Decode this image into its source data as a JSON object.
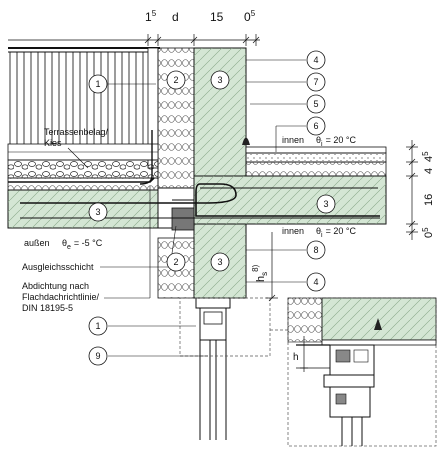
{
  "dimensions": {
    "d1": "1",
    "d1_exp": "5",
    "d2": "d",
    "d3": "15",
    "d4": "0",
    "d4_exp": "5",
    "v1": "4",
    "v1_exp": "5",
    "v2": "4",
    "v3": "16",
    "v4": "0",
    "v4_exp": "5",
    "hs": "h",
    "hs_sub": "s",
    "hs_sup": "8)",
    "h_detail": "h"
  },
  "labels": {
    "terrassenbelag_line1": "Terrassenbelag/",
    "terrassenbelag_line2": "Kies",
    "innen_top": "innen",
    "theta_i_top": "θ",
    "theta_i_top_sub": "i",
    "temp_i_top": "= 20 °C",
    "aussen": "außen",
    "theta_e": "θ",
    "theta_e_sub": "e",
    "temp_e": "= -5 °C",
    "innen_bottom": "innen",
    "theta_i_bottom": "θ",
    "theta_i_bottom_sub": "i",
    "temp_i_bottom": "= 20 °C",
    "ausgleichsschicht": "Ausgleichsschicht",
    "abdichtung_line1": "Abdichtung nach",
    "abdichtung_line2": "Flachdachrichtlinie/",
    "abdichtung_line3": "DIN 18195-5"
  },
  "callouts": [
    "1",
    "2",
    "3",
    "4",
    "7",
    "5",
    "6",
    "3",
    "3",
    "8",
    "2",
    "3",
    "4",
    "1",
    "9"
  ],
  "colors": {
    "concrete": "#d4e6d4",
    "line": "#111111"
  }
}
